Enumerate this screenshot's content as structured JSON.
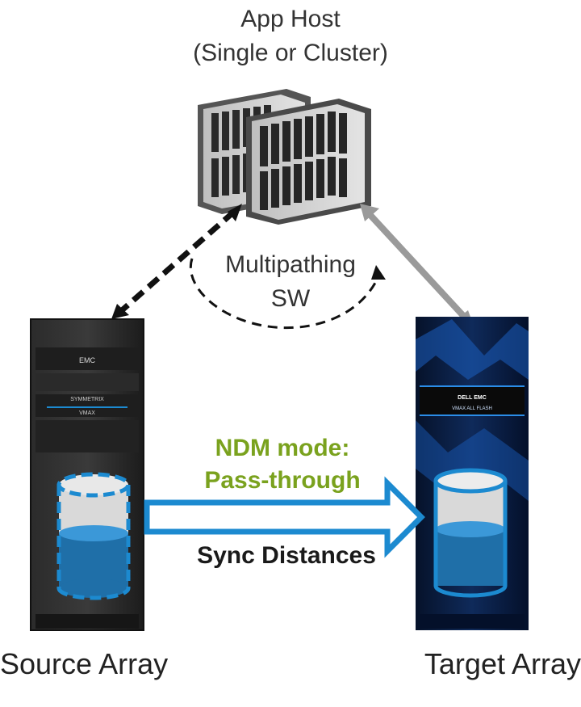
{
  "host": {
    "title": "App Host",
    "subtitle": "(Single or Cluster)"
  },
  "multipathing": {
    "line1": "Multipathing",
    "line2": "SW"
  },
  "ndm": {
    "line1": "NDM mode:",
    "line2": "Pass-through",
    "color": "#7aa21e"
  },
  "sync_label": "Sync Distances",
  "source": {
    "label": "Source Array",
    "brand": "EMC",
    "model": "SYMMETRIX",
    "sub": "VMAX"
  },
  "target": {
    "label": "Target Array",
    "brand": "DELL EMC",
    "model": "VMAX ALL FLASH"
  },
  "colors": {
    "accent_blue": "#1c8ad0",
    "dark": "#1a1a1a",
    "arrow_gray": "#9a9a9a"
  }
}
